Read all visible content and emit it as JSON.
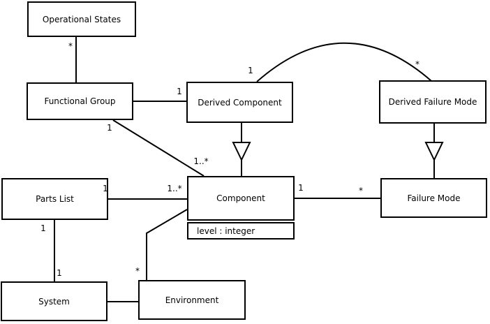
{
  "diagram": {
    "type": "uml-class-diagram",
    "background_color": "#ffffff",
    "line_color": "#000000",
    "text_color": "#000000",
    "classes": {
      "operational_states": {
        "name": "Operational States"
      },
      "functional_group": {
        "name": "Functional Group"
      },
      "derived_component": {
        "name": "Derived Component"
      },
      "derived_failure_mode": {
        "name": "Derived Failure Mode"
      },
      "parts_list": {
        "name": "Parts List"
      },
      "component": {
        "name": "Component",
        "attribute": "level : integer"
      },
      "failure_mode": {
        "name": "Failure Mode"
      },
      "system": {
        "name": "System"
      },
      "environment": {
        "name": "Environment"
      }
    },
    "multiplicities": {
      "os_fg_star": "*",
      "fg_dc_one": "1",
      "fg_comp_one": "1",
      "fg_comp_many": "1..*",
      "dc_dfm_one": "1",
      "dc_dfm_star": "*",
      "pl_comp_one": "1",
      "pl_comp_many": "1..*",
      "comp_fm_one": "1",
      "comp_fm_star": "*",
      "pl_sys_one_top": "1",
      "pl_sys_one_bottom": "1",
      "env_comp_star": "*"
    },
    "associations": [
      {
        "type": "association",
        "from": "Functional Group",
        "to": "Operational States",
        "label_at_to": "*"
      },
      {
        "type": "association",
        "from": "Functional Group",
        "to": "Derived Component",
        "label_at_to": "1"
      },
      {
        "type": "association",
        "from": "Functional Group",
        "to": "Component",
        "label_at_from": "1",
        "label_at_to": "1..*"
      },
      {
        "type": "association",
        "from": "Derived Component",
        "to": "Derived Failure Mode",
        "label_at_from": "1",
        "label_at_to": "*",
        "shape": "arc"
      },
      {
        "type": "generalization",
        "from": "Derived Component",
        "to": "Component"
      },
      {
        "type": "generalization",
        "from": "Derived Failure Mode",
        "to": "Failure Mode"
      },
      {
        "type": "association",
        "from": "Parts List",
        "to": "Component",
        "label_at_from": "1",
        "label_at_to": "1..*"
      },
      {
        "type": "association",
        "from": "Component",
        "to": "Failure Mode",
        "label_at_from": "1",
        "label_at_to": "*"
      },
      {
        "type": "association",
        "from": "Parts List",
        "to": "System",
        "label_at_from": "1",
        "label_at_to": "1"
      },
      {
        "type": "association",
        "from": "System",
        "to": "Environment"
      },
      {
        "type": "association",
        "from": "Environment",
        "to": "Component",
        "label_at_from": "*"
      }
    ]
  }
}
